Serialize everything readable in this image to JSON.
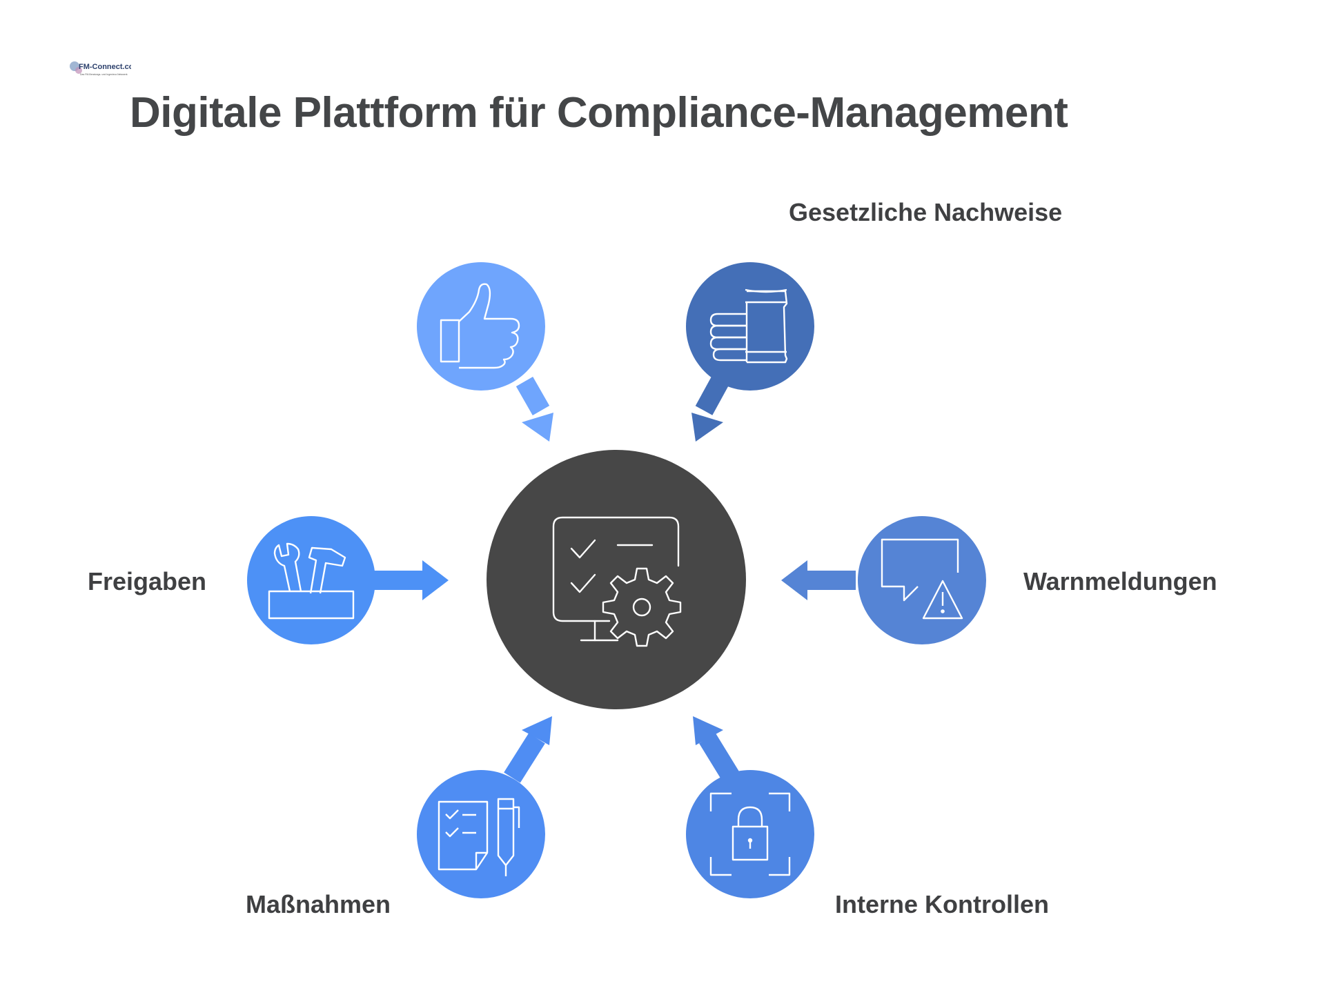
{
  "logo": {
    "text": "FM-Connect.com",
    "tagline": "Das FM-Beratungs- und Ingenieur-Netzwerk"
  },
  "title": "Digitale Plattform für Compliance-Management",
  "labels": {
    "gesetzliche_nachweise": "Gesetzliche Nachweise",
    "freigaben": "Freigaben",
    "warnmeldungen": "Warnmeldungen",
    "massnahmen": "Maßnahmen",
    "interne_kontrollen": "Interne Kontrollen"
  },
  "colors": {
    "center": "#474747",
    "thumbs_node": "#6fa5fd",
    "gesetzliche_node": "#446fb7",
    "freigaben_node": "#4d91f6",
    "warn_node": "#5584d5",
    "massnahmen_node": "#4f8df3",
    "kontrollen_node": "#4e86e4",
    "text": "#3f4042"
  },
  "icons": {
    "center": "monitor-checklist-gear-icon",
    "top_left": "thumbs-up-icon",
    "top_right": "hand-documents-icon",
    "left": "toolbox-wrench-hammer-icon",
    "right": "chat-warning-icon",
    "bottom_left": "checklist-pen-icon",
    "bottom_right": "padlock-frame-icon"
  }
}
